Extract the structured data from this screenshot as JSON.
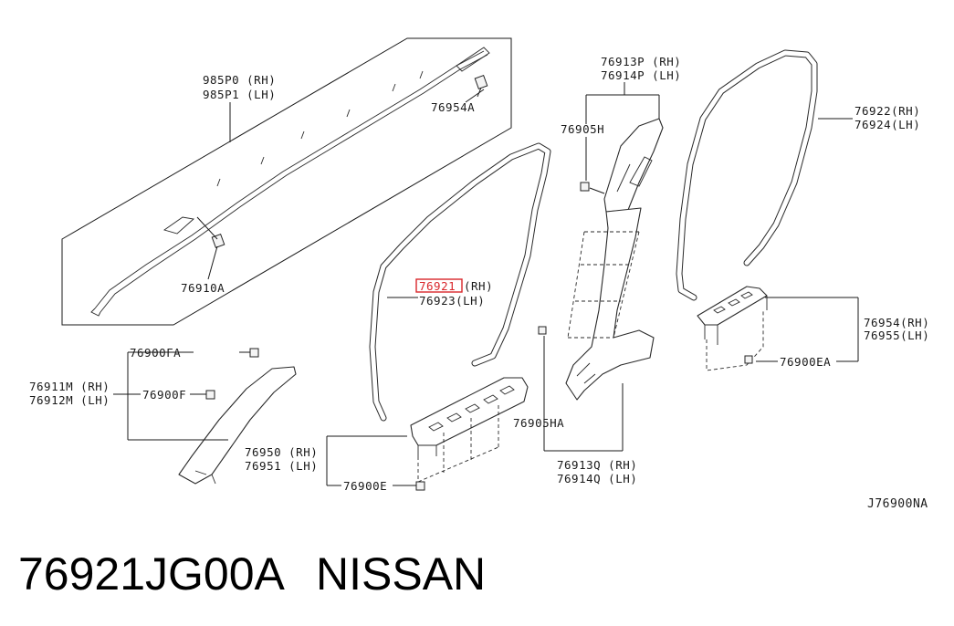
{
  "labels": {
    "curtain_airbag_rh": "985P0 (RH)",
    "curtain_airbag_lh": "985P1 (LH)",
    "clip_76954A": "76954A",
    "clip_76910A": "76910A",
    "pillar_upper_rh": "76913P (RH)",
    "pillar_upper_lh": "76914P (LH)",
    "clip_76905H": "76905H",
    "weatherstrip_rear_rh": "76922(RH)",
    "weatherstrip_rear_lh": "76924(LH)",
    "weatherstrip_front_rh_code": "76921",
    "weatherstrip_front_rh_side": "(RH)",
    "weatherstrip_front_lh": "76923(LH)",
    "clip_76900FA": "76900FA",
    "a_pillar_rh": "76911M (RH)",
    "a_pillar_lh": "76912M (LH)",
    "clip_76900F": "76900F",
    "kick_plate_rear_rh": "76954(RH)",
    "kick_plate_rear_lh": "76955(LH)",
    "clip_76900EA": "76900EA",
    "clip_76905HA": "76905HA",
    "kick_plate_front_rh": "76950 (RH)",
    "kick_plate_front_lh": "76951 (LH)",
    "clip_76900E": "76900E",
    "pillar_lower_rh": "76913Q (RH)",
    "pillar_lower_lh": "76914Q (LH)",
    "diagram_ref": "J76900NA"
  },
  "footer": {
    "part_number": "76921JG00A",
    "brand": "NISSAN"
  },
  "colors": {
    "highlight": "#d9262b",
    "line": "#1a1a1a"
  }
}
